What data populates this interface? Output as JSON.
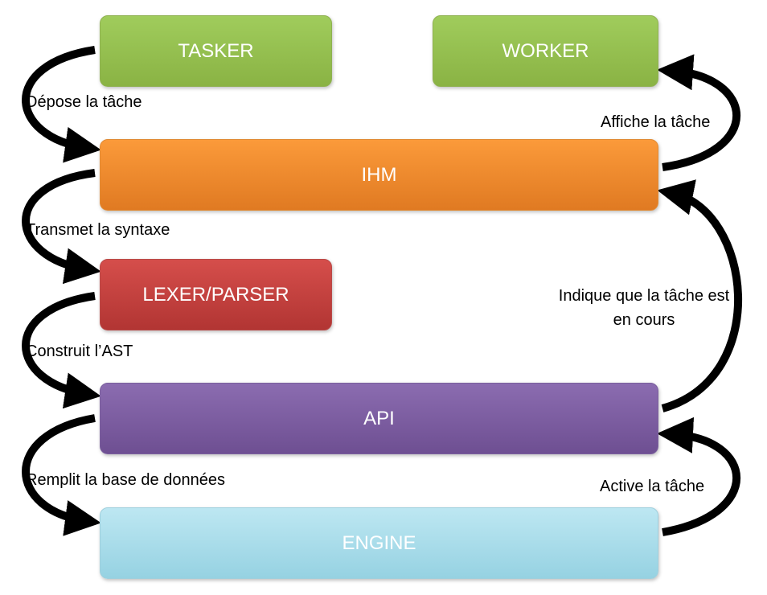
{
  "boxes": {
    "tasker": "TASKER",
    "worker": "WORKER",
    "ihm": "IHM",
    "lexer": "LEXER/PARSER",
    "api": "API",
    "engine": "ENGINE"
  },
  "labels": {
    "depose": "Dépose la tâche",
    "transmet": "Transmet la syntaxe",
    "construit": "Construit l’AST",
    "remplit": "Remplit la base de données",
    "affiche": "Affiche la tâche",
    "indique": "Indique que la tâche est en cours",
    "active": "Active la tâche"
  },
  "colors": {
    "green": "#9bc55a",
    "orange": "#f58c2c",
    "red": "#c4423f",
    "purple": "#7e5ea3",
    "light_blue": "#aadcea",
    "arrow": "#000000"
  }
}
